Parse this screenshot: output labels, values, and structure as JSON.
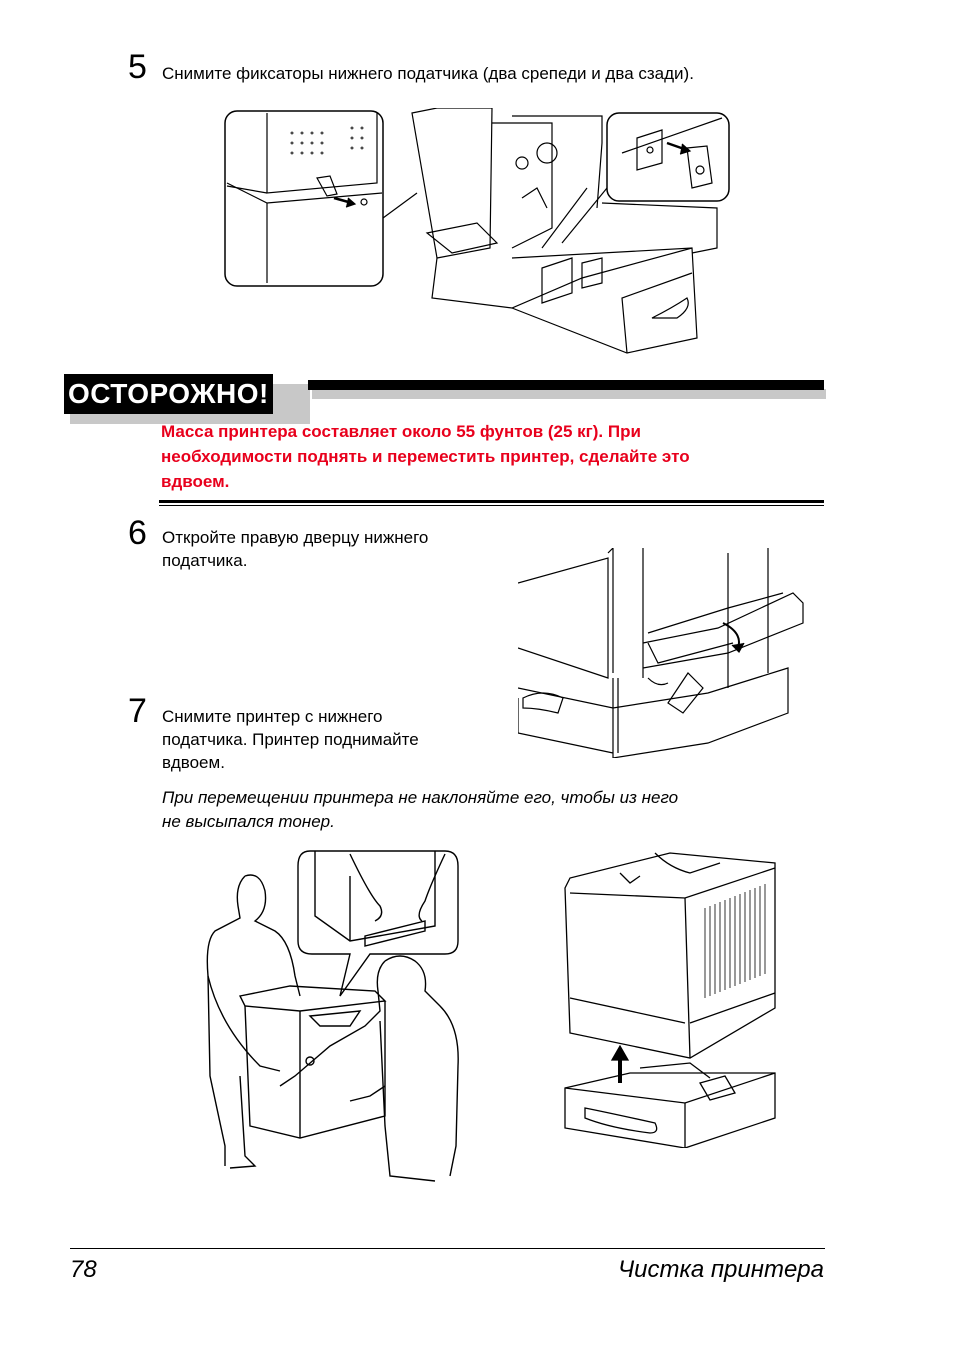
{
  "steps": [
    {
      "number": "5",
      "text": "Снимите фиксаторы нижнего податчика (два срепеди и два сзади)."
    },
    {
      "number": "6",
      "text_lines": [
        "Откройте правую дверцу нижнего",
        "податчика."
      ]
    },
    {
      "number": "7",
      "text_lines": [
        "Снимите принтер с нижнего",
        "податчика. Принтер поднимайте",
        "вдвоем."
      ]
    }
  ],
  "caution": {
    "title": "ОСТОРОЖНО!",
    "text_lines": [
      "Масса принтера составляет около 55 фунтов (25 кг). При",
      "необходимости поднять и переместить принтер, сделайте это",
      "вдвоем."
    ],
    "color": "#e8001c"
  },
  "note_lines": [
    "При перемещении принтера не наклоняйте его, чтобы из него",
    "не высыпался тонер."
  ],
  "footer": {
    "page_number": "78",
    "chapter": "Чистка принтера"
  },
  "illustrations": [
    "remove-lower-feeder-fasteners-illustration",
    "open-right-door-illustration",
    "two-people-lifting-printer-illustration",
    "printer-lifted-off-feeder-illustration"
  ]
}
